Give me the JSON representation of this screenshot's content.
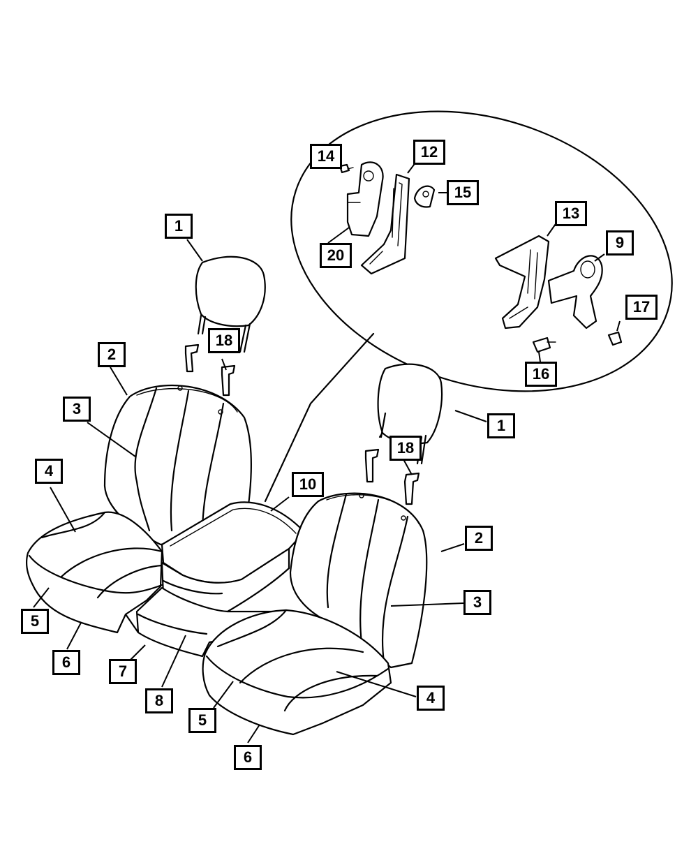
{
  "callouts": {
    "c1_left": "1",
    "c1_right": "1",
    "c2_left": "2",
    "c2_right": "2",
    "c3_left": "3",
    "c3_right": "3",
    "c4_left": "4",
    "c4_right": "4",
    "c5_left": "5",
    "c5_right": "5",
    "c6_left": "6",
    "c6_right": "6",
    "c7": "7",
    "c8": "8",
    "c9": "9",
    "c10": "10",
    "c12": "12",
    "c13": "13",
    "c14": "14",
    "c15": "15",
    "c16": "16",
    "c17": "17",
    "c18_left": "18",
    "c18_right": "18",
    "c20": "20"
  }
}
